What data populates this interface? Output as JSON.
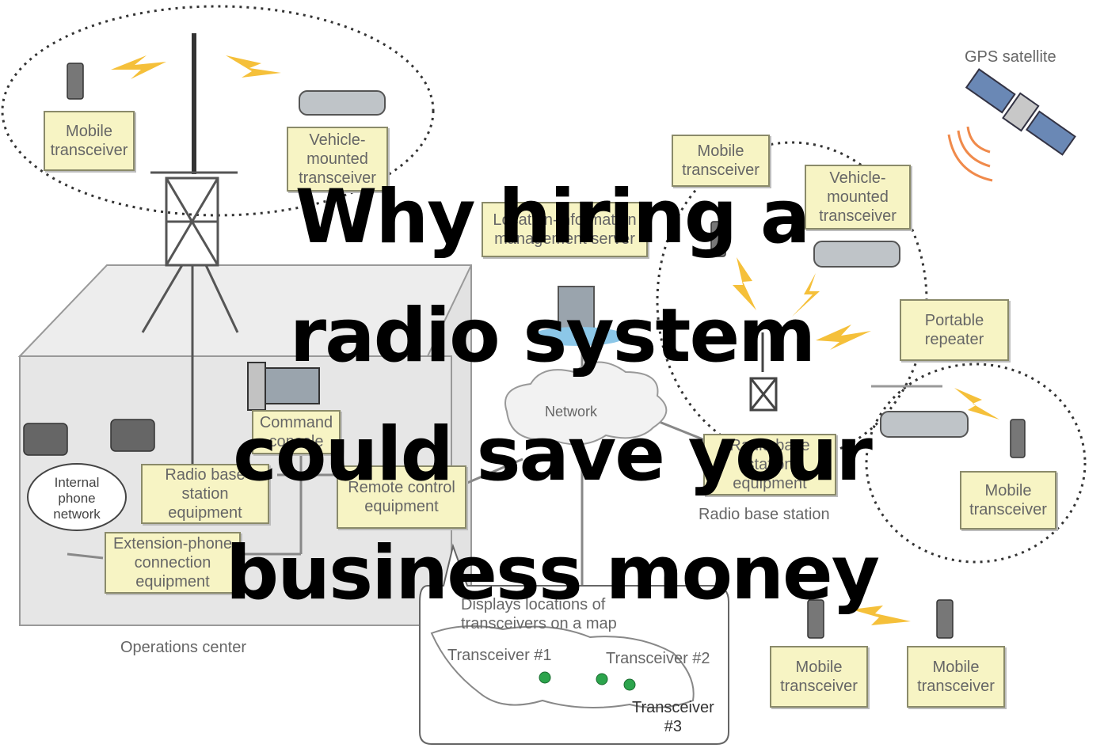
{
  "headline": "Why hiring a\nradio system\ncould save your\nbusiness money",
  "labels": {
    "mobile_tl": "Mobile\ntransceiver",
    "vehicle_tl": "Vehicle-\nmounted\ntransceiver",
    "mobile_tr": "Mobile\ntransceiver",
    "vehicle_tr": "Vehicle-\nmounted\ntransceiver",
    "location_server": "Location-information\nmanagement server",
    "portable_repeater": "Portable\nrepeater",
    "command_console": "Command\nconsole",
    "radio_base_left": "Radio base\nstation\nequipment",
    "remote_control": "Remote control\nequipment",
    "extension_phone": "Extension-phone\nconnection\nequipment",
    "radio_base_right": "Radio base\nstation\nequipment",
    "mobile_right": "Mobile\ntransceiver",
    "mobile_br1": "Mobile\ntransceiver",
    "mobile_br2": "Mobile\ntransceiver"
  },
  "captions": {
    "gps": "GPS satellite",
    "internal_phone": "Internal\nphone\nnetwork",
    "network": "Network",
    "radio_base_station": "Radio base station",
    "operations_center": "Operations center",
    "map_title": "Displays locations of\ntransceivers on a map",
    "t1": "Transceiver #1",
    "t2": "Transceiver #2",
    "t3": "Transceiver\n#3"
  },
  "colors": {
    "label_fill": "#f7f4c4",
    "bolt": "#f5c03a",
    "gps_signal": "#f08a4b",
    "headline": "#000000"
  }
}
